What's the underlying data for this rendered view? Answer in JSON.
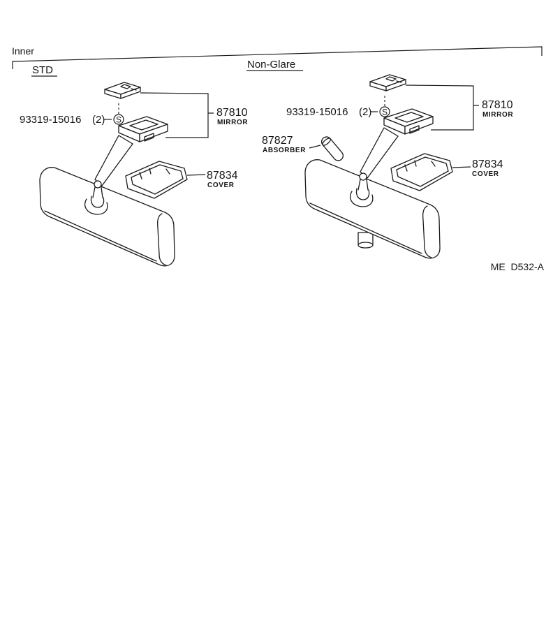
{
  "section_label": "Inner",
  "std": {
    "title": "STD",
    "screw": {
      "part_no": "93319-15016",
      "qty": "(2)",
      "symbol": "S"
    },
    "mirror": {
      "part_no": "87810",
      "name": "MIRROR"
    },
    "cover": {
      "part_no": "87834",
      "name": "COVER"
    }
  },
  "non_glare": {
    "title": "Non-Glare",
    "screw": {
      "part_no": "93319-15016",
      "qty": "(2)",
      "symbol": "S"
    },
    "mirror": {
      "part_no": "87810",
      "name": "MIRROR"
    },
    "absorber": {
      "part_no": "87827",
      "name": "ABSORBER"
    },
    "cover": {
      "part_no": "87834",
      "name": "COVER"
    }
  },
  "figure_code": "ME  D532-A"
}
